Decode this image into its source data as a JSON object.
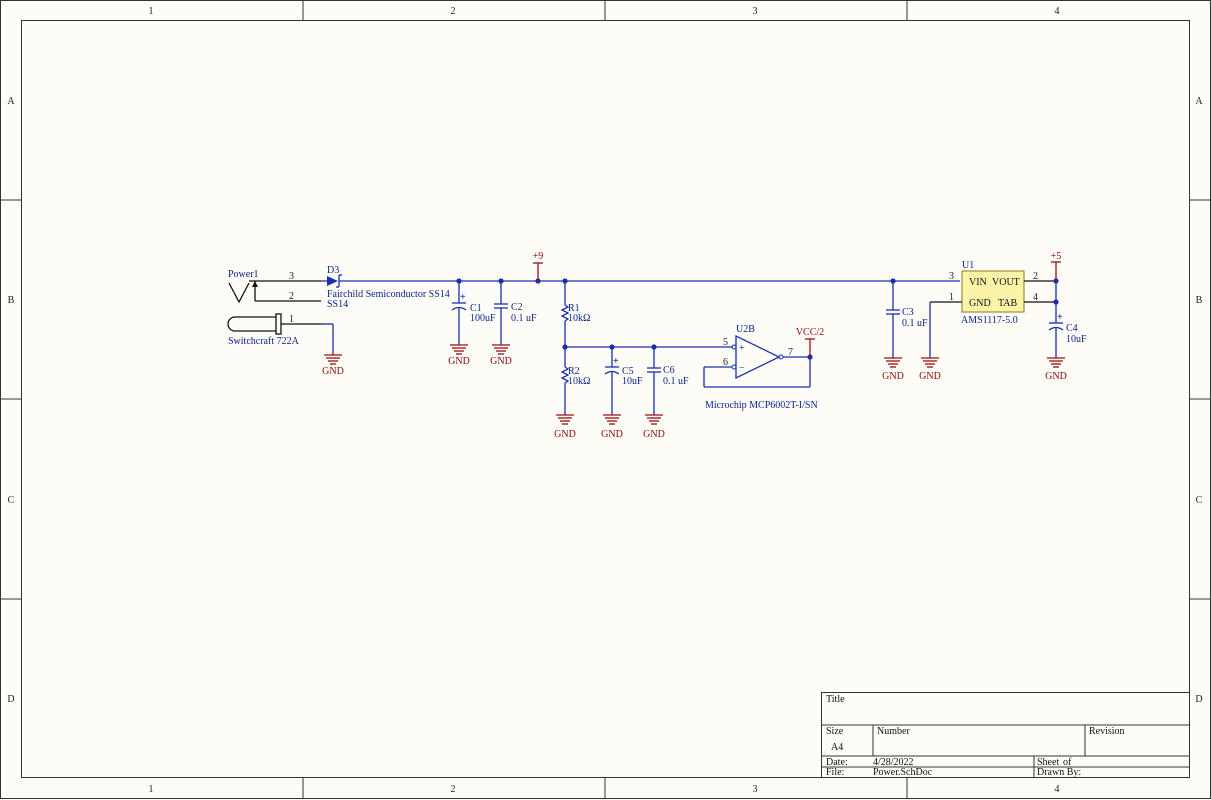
{
  "frame": {
    "columns": [
      "1",
      "2",
      "3",
      "4"
    ],
    "rows": [
      "A",
      "B",
      "C",
      "D"
    ]
  },
  "components": {
    "power": {
      "ref": "Power1",
      "name": "Switchcraft 722A",
      "pin3": "3",
      "pin2": "2",
      "pin1": "1"
    },
    "d3": {
      "ref": "D3",
      "mfr": "Fairchild Semiconductor SS14",
      "part": "SS14"
    },
    "c1": {
      "ref": "C1",
      "value": "100uF"
    },
    "c2": {
      "ref": "C2",
      "value": "0.1 uF"
    },
    "r1": {
      "ref": "R1",
      "value": "10kΩ"
    },
    "r2": {
      "ref": "R2",
      "value": "10kΩ"
    },
    "c5": {
      "ref": "C5",
      "value": "10uF"
    },
    "c6": {
      "ref": "C6",
      "value": "0.1 uF"
    },
    "u2b": {
      "ref": "U2B",
      "name": "Microchip MCP6002T-I/SN",
      "pin5": "5",
      "pin6": "6",
      "pin7": "7",
      "plus": "+",
      "minus": "−"
    },
    "c3": {
      "ref": "C3",
      "value": "0.1 uF"
    },
    "u1": {
      "ref": "U1",
      "name": "AMS1117-5.0",
      "vin": "VIN",
      "vout": "VOUT",
      "gnd": "GND",
      "tab": "TAB",
      "pin3": "3",
      "pin2": "2",
      "pin1": "1",
      "pin4": "4"
    },
    "c4": {
      "ref": "C4",
      "value": "10uF"
    }
  },
  "power_ports": {
    "gnd": "GND",
    "p9": "+9",
    "p5": "+5",
    "vcc2": "VCC/2",
    "cap_plus": "+"
  },
  "title_block": {
    "title_label": "Title",
    "size_label": "Size",
    "size_value": "A4",
    "number_label": "Number",
    "revision_label": "Revision",
    "date_label": "Date:",
    "date_value": "4/28/2022",
    "sheet_label": "Sheet",
    "of_label": "of",
    "file_label": "File:",
    "file_value": "Power.SchDoc",
    "drawn_label": "Drawn By:"
  }
}
